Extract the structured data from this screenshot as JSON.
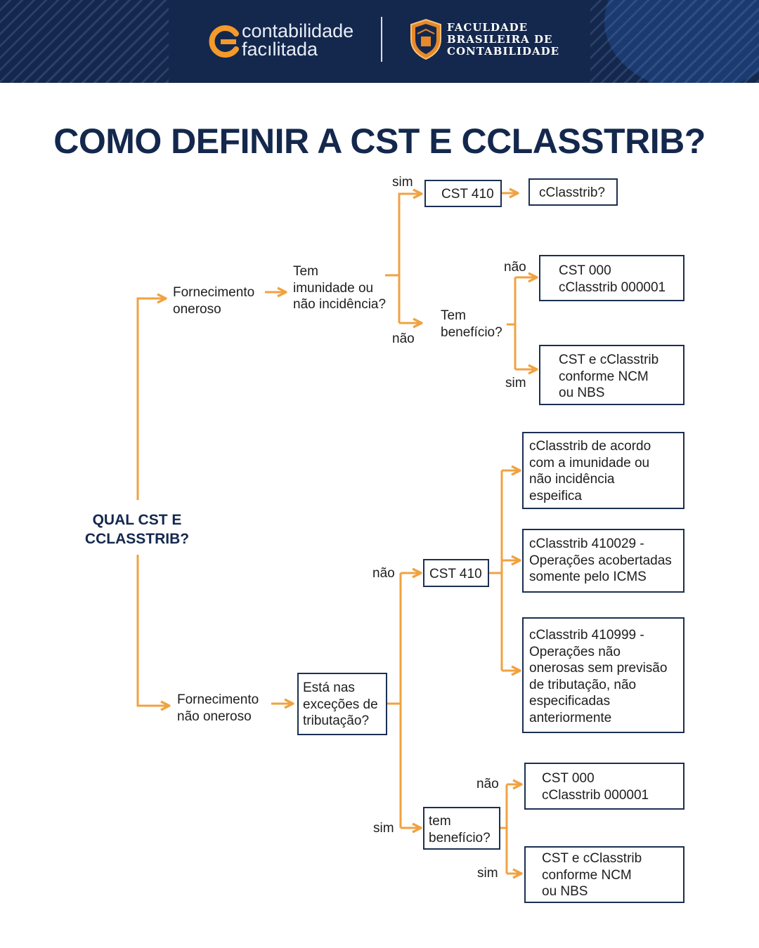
{
  "header": {
    "brand1_line1": "contabilidade",
    "brand1_line2": "facılitada",
    "brand2_line1": "FACULDADE",
    "brand2_line2": "BRASILEIRA DE",
    "brand2_line3": "CONTABILIDADE"
  },
  "title": "COMO DEFINIR A CST E CCLASSTRIB?",
  "colors": {
    "navy": "#14284d",
    "orange": "#f0a241",
    "box_border": "#1c2f52"
  },
  "flow": {
    "root": [
      "QUAL CST E",
      "CCLASSTRIB?"
    ],
    "oneroso": {
      "label": [
        "Fornecimento",
        "oneroso"
      ],
      "question": [
        "Tem",
        "imunidade ou",
        "não incidência?"
      ],
      "sim": "sim",
      "nao": "não",
      "cst410": "CST 410",
      "cclasstrib": "cClasstrib?",
      "beneficio_q": [
        "Tem",
        "benefício?"
      ],
      "nao2": "não",
      "sim2": "sim",
      "res_nao": [
        "CST 000",
        "cClasstrib 000001"
      ],
      "res_sim": [
        "CST e cClasstrib",
        "conforme NCM",
        "ou NBS"
      ]
    },
    "nao_oneroso": {
      "label": [
        "Fornecimento",
        "não oneroso"
      ],
      "question": [
        "Está nas",
        "exceções de",
        "tributação?"
      ],
      "nao": "não",
      "sim": "sim",
      "cst410": "CST 410",
      "opt1": [
        "cClasstrib de acordo",
        "com a imunidade ou",
        "não incidência",
        "espeifica"
      ],
      "opt2": [
        "cClasstrib 410029 -",
        "Operações acobertadas",
        "somente pelo ICMS"
      ],
      "opt3": [
        "cClasstrib 410999 -",
        "Operações não",
        "onerosas sem previsão",
        "de tributação, não",
        "especificadas",
        "anteriormente"
      ],
      "beneficio_q": [
        "tem",
        "benefício?"
      ],
      "nao2": "não",
      "sim2": "sim",
      "res_nao": [
        "CST 000",
        "cClasstrib 000001"
      ],
      "res_sim": [
        "CST e cClasstrib",
        "conforme NCM",
        "ou NBS"
      ]
    }
  }
}
